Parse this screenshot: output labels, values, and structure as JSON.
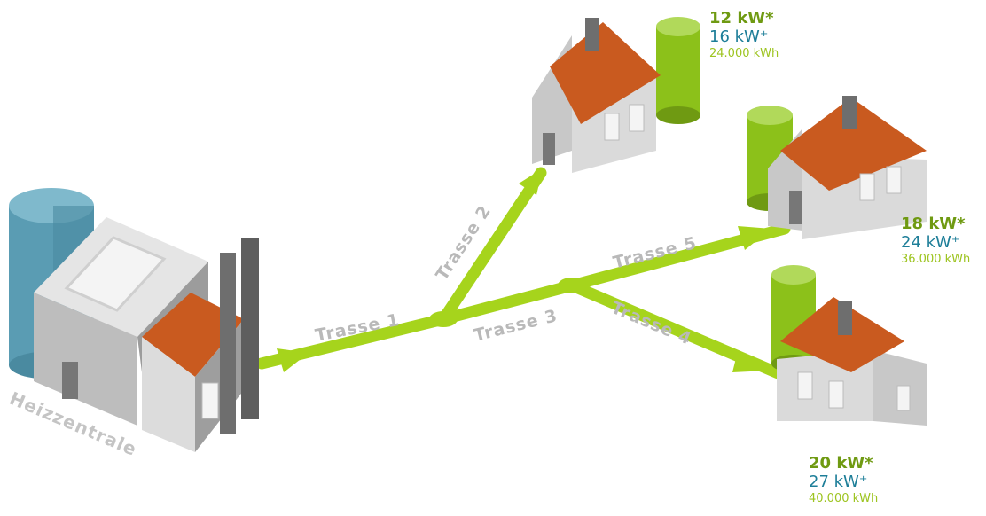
{
  "colors": {
    "pipe": "#a6d41c",
    "roof": "#c95a1f",
    "wall_light": "#d7d7d7",
    "wall_dark": "#9a9a9a",
    "tank_green": "#8cc11a",
    "tank_blue": "#5a9cb3",
    "kw_star": "#6f9a12",
    "kw_plus": "#1d7e98",
    "kwh": "#9dc420",
    "label_grey": "#b9b9b9"
  },
  "central": {
    "label": "Heizzentrale"
  },
  "trassen": [
    {
      "id": 1,
      "label": "Trasse 1"
    },
    {
      "id": 2,
      "label": "Trasse 2"
    },
    {
      "id": 3,
      "label": "Trasse 3"
    },
    {
      "id": 4,
      "label": "Trasse 4"
    },
    {
      "id": 5,
      "label": "Trasse 5"
    }
  ],
  "houses": [
    {
      "id": "top",
      "kw_star": "12 kW*",
      "kw_plus": "16 kW⁺",
      "kwh": "24.000 kWh"
    },
    {
      "id": "right",
      "kw_star": "18 kW*",
      "kw_plus": "24 kW⁺",
      "kwh": "36.000 kWh"
    },
    {
      "id": "bottom",
      "kw_star": "20 kW*",
      "kw_plus": "27 kW⁺",
      "kwh": "40.000 kWh"
    }
  ]
}
